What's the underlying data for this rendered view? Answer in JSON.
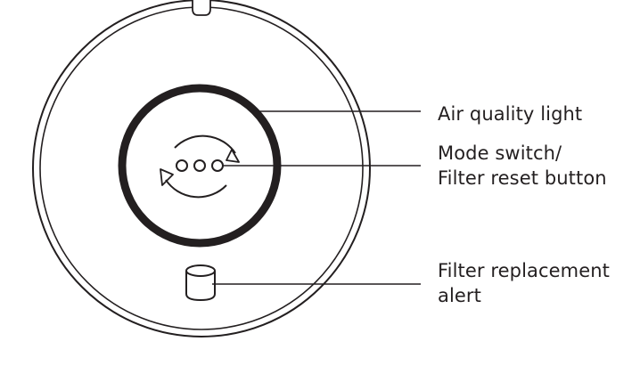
{
  "labels": {
    "air_quality_light": "Air quality light",
    "mode_switch_line1": "Mode switch/",
    "mode_switch_line2": "Filter reset button",
    "filter_alert_line1": "Filter replacement",
    "filter_alert_line2": "alert"
  },
  "colors": {
    "stroke": "#231f20",
    "background": "#ffffff"
  },
  "icons": {
    "mode_switch": "rotate-arrows-icon",
    "filter_alert": "filter-cylinder-icon"
  }
}
